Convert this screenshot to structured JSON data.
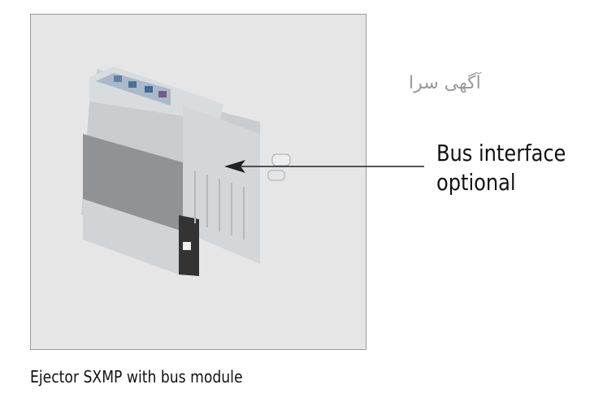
{
  "figure": {
    "callout_line1": "Bus interface",
    "callout_line2": "optional",
    "watermark": "آگهی سرا",
    "caption": "Ejector SXMP with bus module"
  }
}
